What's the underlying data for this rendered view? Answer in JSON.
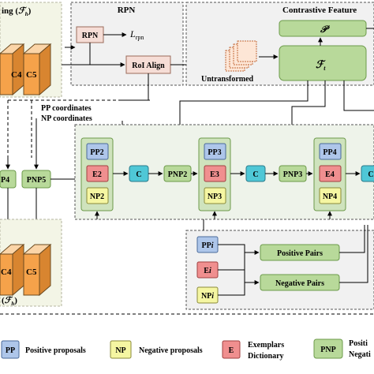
{
  "backbone": {
    "top_label": "ing (",
    "top_math": "ℱ",
    "top_sub": "h",
    "top_close": ")",
    "bottom_label": "(",
    "bottom_math": "ℱ",
    "bottom_sub": "h",
    "bottom_close": ")",
    "c4": "C4",
    "c5": "C5",
    "pp_coordinates": "PP  coordinates",
    "np_coordinates": "NP coordinates"
  },
  "rpn": {
    "title": "RPN",
    "rpn_box": "RPN",
    "loss_main": "L",
    "loss_sub": "rpn",
    "roi_align": "RoI Align",
    "untransformed": "Untransformed"
  },
  "contrastive": {
    "title": "Contrastive Feature",
    "p_math": "𝒫",
    "f_math": "ℱ",
    "f_sub": "t"
  },
  "fusion": {
    "pnp4": "P4",
    "pnp5": "PNP5",
    "stages": [
      {
        "pp": "PP2",
        "e": "E2",
        "np": "NP2",
        "pnp": "PNP2"
      },
      {
        "pp": "PP3",
        "e": "E3",
        "np": "NP3",
        "pnp": "PNP3"
      },
      {
        "pp": "PP4",
        "e": "E4",
        "np": "NP4",
        "pnp": ""
      }
    ],
    "c": "C"
  },
  "pairs": {
    "ppi": "PP",
    "ei": "E",
    "npi": "NP",
    "i": "i",
    "positive": "Positive Pairs",
    "negative": "Negative Pairs"
  },
  "legend": {
    "pp_box": "PP",
    "pp_text": "Positive proposals",
    "np_box": "NP",
    "np_text": "Negative proposals",
    "e_box": "E",
    "e_text1": "Exemplars",
    "e_text2": "Dictionary",
    "pnp_box": "PNP",
    "pnp_text1": "Positi",
    "pnp_text2": "Negati"
  },
  "colors": {
    "green_fill": "#b8d99a",
    "green_stroke": "#6c9a4a",
    "panel_fill": "#eef3ea",
    "rpn_box_fill": "#f6ddd6",
    "pp_fill": "#aec6ea",
    "e_fill": "#f08f8f",
    "np_fill": "#f5f6a2",
    "c_fill": "#4fc7d6",
    "stage_fill": "#cfe3bd",
    "backbone_fill": "#f3f5e6",
    "cube_front": "#f5a24a",
    "cube_top": "#fbd5a8"
  }
}
